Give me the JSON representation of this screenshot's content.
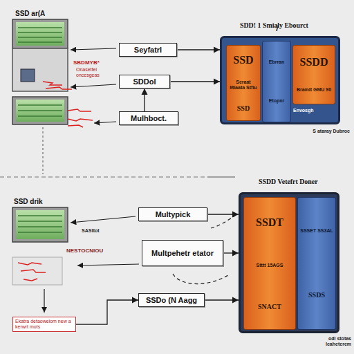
{
  "diagram": {
    "nodes": [
      {
        "text": [
          "Seyfatrl"
        ]
      },
      {
        "text": [
          "SDDol"
        ]
      },
      {
        "text": [
          "Mulhboct."
        ]
      },
      {
        "text": [
          "SDD! 1 Smialy Ebourct"
        ]
      },
      {
        "text": [
          "SSD",
          "Seraat Miaata Stfiu",
          "SSD"
        ],
        "in": 3
      },
      {
        "text": [
          "Ebrran",
          "Etopnr"
        ],
        "in": 3
      },
      {
        "text": [
          "SSDD",
          "Bramit GMU 90"
        ],
        "in": 3
      },
      {
        "text": [
          "Multypick"
        ]
      },
      {
        "text": [
          "Multpehetr etator"
        ]
      },
      {
        "text": [
          "SSDo (N Aagg"
        ]
      },
      {
        "text": [
          "SSDD Vetefrt Doner"
        ]
      },
      {
        "text": [
          "SSDT",
          "Stttt 15AGS",
          "SNACT"
        ],
        "in": 10
      },
      {
        "text": [
          "SSSET SS3AL",
          "SSDS"
        ],
        "in": 10
      },
      {
        "text": [
          "Ekatra detaoweiom new a kerwrt mots"
        ]
      }
    ],
    "edges": [
      {
        "from": 0,
        "to": 3,
        "arrow": "to"
      },
      {
        "from": 1,
        "to": 3,
        "arrow": "to"
      },
      {
        "from": 2,
        "to": 1,
        "arrow": "to"
      },
      {
        "from": 7,
        "to": 10,
        "arrow": "to"
      },
      {
        "from": 8,
        "to": 10,
        "arrow": "to"
      },
      {
        "from": 9,
        "to": 10,
        "arrow": "to"
      },
      {
        "from": 13,
        "to": 9,
        "arrow": "to"
      }
    ],
    "labels": [
      "SSD ar(A",
      "7",
      "SBDMYB*",
      "Onasetfel oncesgeas",
      "Envosgh",
      "S ataray Dubroc",
      "SSD drik",
      "SASttot",
      "NESTOCNIOU",
      "odl stotas leaheterem"
    ]
  }
}
